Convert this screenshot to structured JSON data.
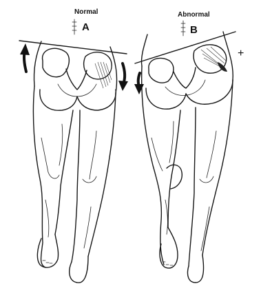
{
  "panels": [
    {
      "caption": "Normal",
      "letter": "A"
    },
    {
      "caption": "Abnormal",
      "letter": "B"
    }
  ],
  "marks": {
    "plus": "+"
  },
  "icons": [
    "up-arrow-icon",
    "down-arrow-icon",
    "down-arrow-icon"
  ]
}
